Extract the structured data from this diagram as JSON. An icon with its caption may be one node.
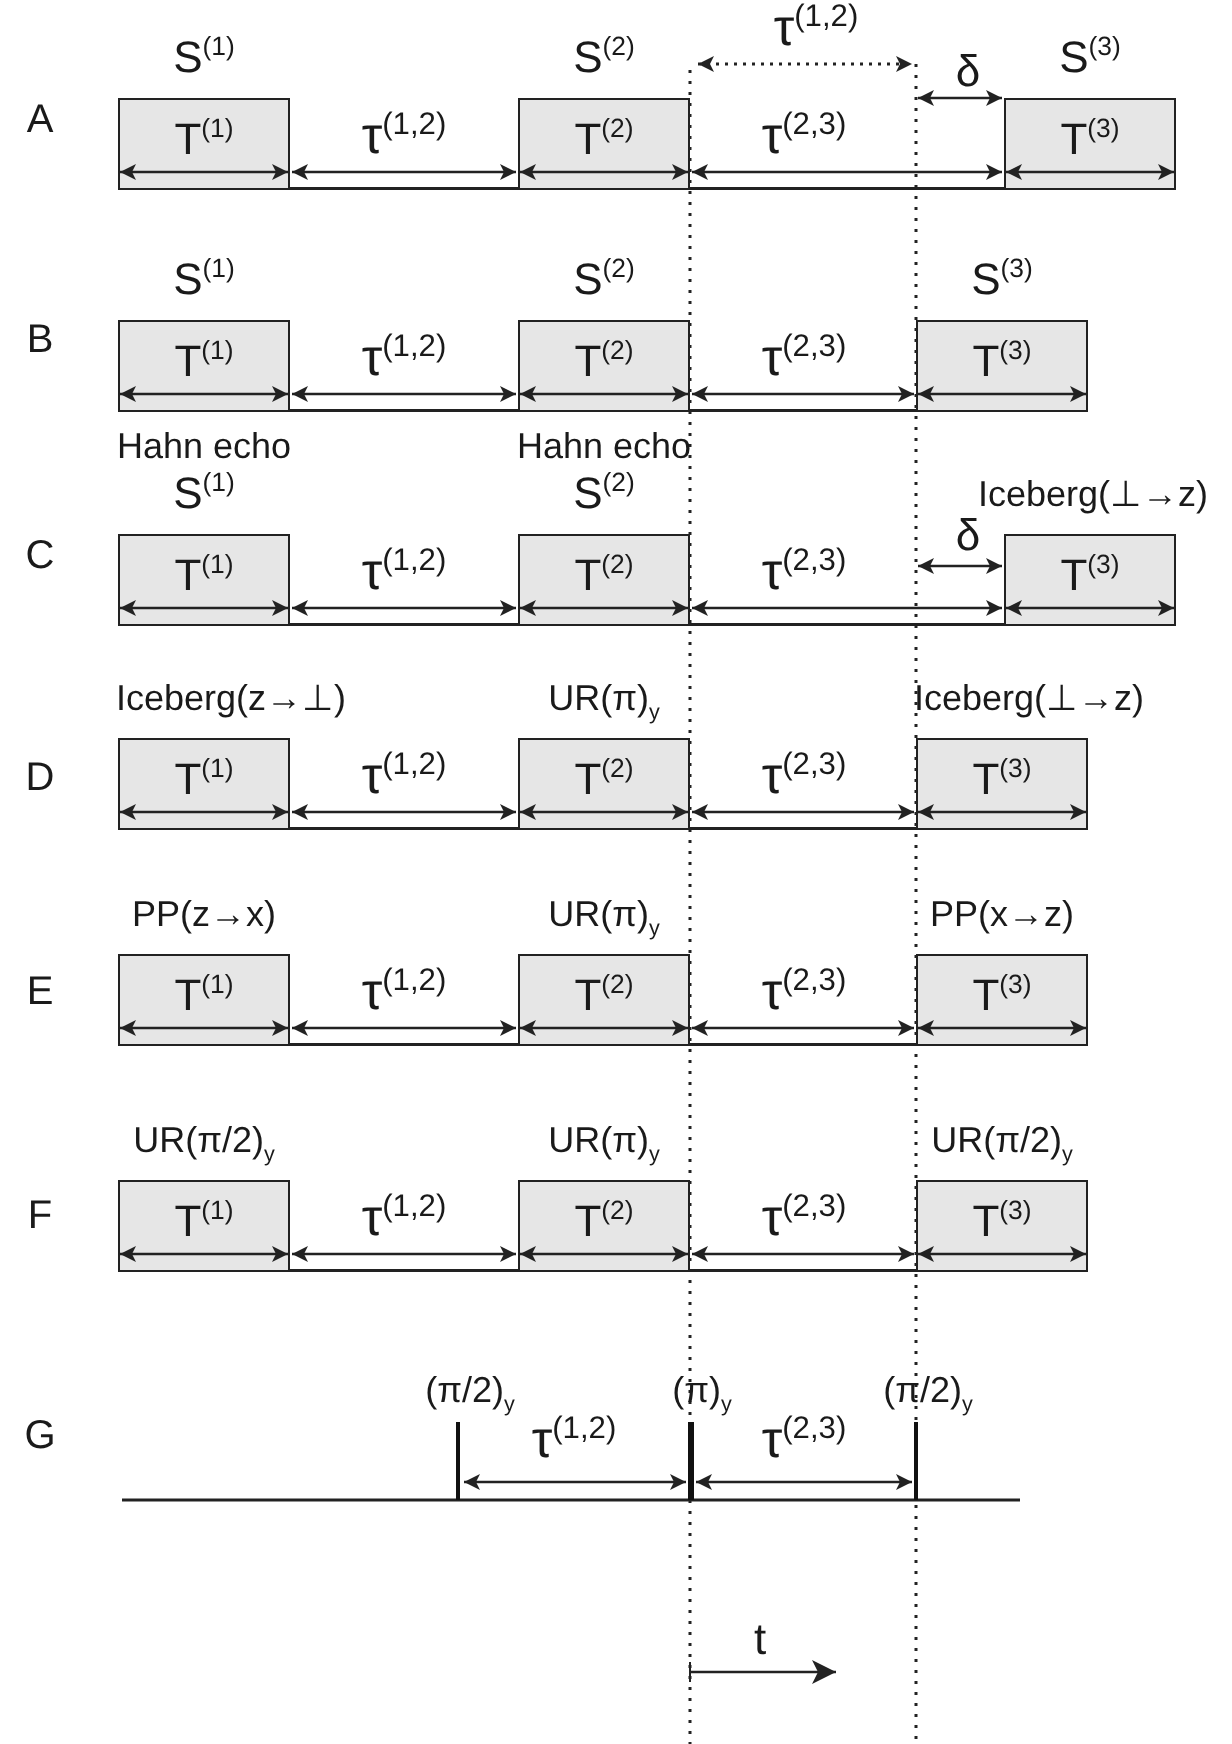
{
  "diagram": {
    "nodes": [
      {
        "text": [
          "T$^{(1)}$"
        ],
        "beside": [
          "S$^{(1)}$"
        ]
      },
      {
        "text": [
          "T$^{(2)}$"
        ],
        "beside": [
          "S$^{(2)}$"
        ]
      },
      {
        "text": [
          "T$^{(3)}$"
        ],
        "beside": [
          "S$^{(3)}$"
        ]
      },
      {
        "text": [
          "T$^{(1)}$"
        ],
        "beside": [
          "S$^{(1)}$"
        ]
      },
      {
        "text": [
          "T$^{(2)}$"
        ],
        "beside": [
          "S$^{(2)}$"
        ]
      },
      {
        "text": [
          "T$^{(3)}$"
        ],
        "beside": [
          "S$^{(3)}$"
        ]
      },
      {
        "text": [
          "T$^{(1)}$"
        ],
        "beside": [
          "Hahn echo",
          "S$^{(1)}$"
        ]
      },
      {
        "text": [
          "T$^{(2)}$"
        ],
        "beside": [
          "Hahn echo",
          "S$^{(2)}$"
        ]
      },
      {
        "text": [
          "T$^{(3)}$"
        ],
        "beside": [
          "Iceberg(⊥→z)"
        ]
      },
      {
        "text": [
          "T$^{(1)}$"
        ],
        "beside": [
          "Iceberg(z→⊥)"
        ]
      },
      {
        "text": [
          "T$^{(2)}$"
        ],
        "beside": [
          "UR(π)$_{y}$"
        ]
      },
      {
        "text": [
          "T$^{(3)}$"
        ],
        "beside": [
          "Iceberg(⊥→z)"
        ]
      },
      {
        "text": [
          "T$^{(1)}$"
        ],
        "beside": [
          "PP(z→x)"
        ]
      },
      {
        "text": [
          "T$^{(2)}$"
        ],
        "beside": [
          "UR(π)$_{y}$"
        ]
      },
      {
        "text": [
          "T$^{(3)}$"
        ],
        "beside": [
          "PP(x→z)"
        ]
      },
      {
        "text": [
          "T$^{(1)}$"
        ],
        "beside": [
          "UR(π/2)$_{y}$"
        ]
      },
      {
        "text": [
          "T$^{(2)}$"
        ],
        "beside": [
          "UR(π)$_{y}$"
        ]
      },
      {
        "text": [
          "T$^{(3)}$"
        ],
        "beside": [
          "UR(π/2)$_{y}$"
        ]
      },
      {
        "text": [],
        "shape": "bar",
        "beside": [
          "(π/2)$_{y}$"
        ]
      },
      {
        "text": [],
        "shape": "bar",
        "beside": [
          "(π)$_{y}$"
        ]
      },
      {
        "text": [],
        "shape": "bar",
        "beside": [
          "(π/2)$_{y}$"
        ]
      }
    ],
    "edges": [
      {
        "from": 0,
        "to": 1,
        "arrow": "none"
      },
      {
        "from": 1,
        "to": 2,
        "arrow": "none"
      },
      {
        "from": 3,
        "to": 4,
        "arrow": "none"
      },
      {
        "from": 4,
        "to": 5,
        "arrow": "none"
      },
      {
        "from": 6,
        "to": 7,
        "arrow": "none"
      },
      {
        "from": 7,
        "to": 8,
        "arrow": "none"
      },
      {
        "from": 9,
        "to": 10,
        "arrow": "none"
      },
      {
        "from": 10,
        "to": 11,
        "arrow": "none"
      },
      {
        "from": 12,
        "to": 13,
        "arrow": "none"
      },
      {
        "from": 13,
        "to": 14,
        "arrow": "none"
      },
      {
        "from": 15,
        "to": 16,
        "arrow": "none"
      },
      {
        "from": 16,
        "to": 17,
        "arrow": "none"
      },
      {
        "from": null,
        "to": 18,
        "arrow": "none"
      },
      {
        "from": 18,
        "to": 19,
        "arrow": "none"
      },
      {
        "from": 19,
        "to": 20,
        "arrow": "none"
      },
      {
        "from": 20,
        "to": null,
        "arrow": "none"
      }
    ],
    "labels": [
      "τ$^{(1,2)}$",
      "δ",
      "A",
      "τ$^{(1,2)}$",
      "τ$^{(2,3)}$",
      "B",
      "τ$^{(1,2)}$",
      "τ$^{(2,3)}$",
      "δ",
      "C",
      "τ$^{(1,2)}$",
      "τ$^{(2,3)}$",
      "D",
      "τ$^{(1,2)}$",
      "τ$^{(2,3)}$",
      "E",
      "τ$^{(1,2)}$",
      "τ$^{(2,3)}$",
      "F",
      "τ$^{(1,2)}$",
      "τ$^{(2,3)}$",
      "G",
      "τ$^{(1,2)}$",
      "τ$^{(2,3)}$",
      "t"
    ]
  }
}
